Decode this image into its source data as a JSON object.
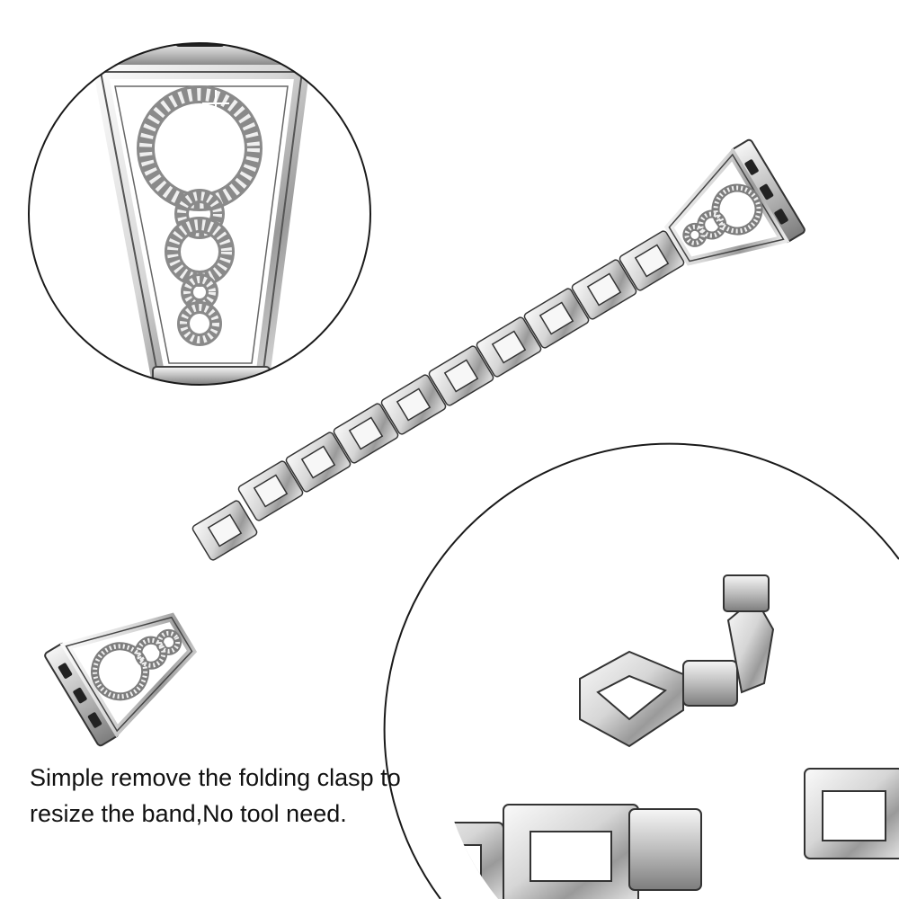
{
  "caption": {
    "line1": "Simple remove the folding clasp to",
    "line2": "resize the band,No tool need."
  },
  "colors": {
    "background": "#ffffff",
    "metal_light": "#f2f2f2",
    "metal_mid": "#c9c9c9",
    "metal_dark": "#6f6f6f",
    "rhinestone": "#e9e9e9",
    "outline": "#222222"
  },
  "images": {
    "main": "watch-band-product",
    "detail_top": "rhinestone-link-closeup",
    "detail_bottom": "folding-clasp-closeup"
  }
}
